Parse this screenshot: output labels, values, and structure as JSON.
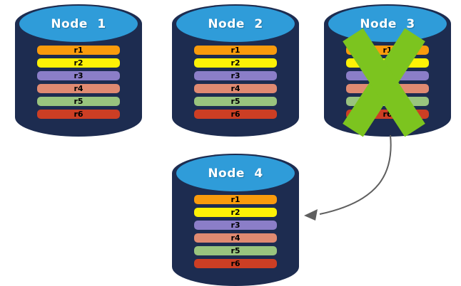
{
  "colors": {
    "cylinder_body": "#1d2c50",
    "cylinder_top": "#2f9cd9",
    "failure_x": "#7cc41f",
    "arrow": "#5f5f5f",
    "node_title_text": "#ffffff",
    "replica_text": "#000000",
    "background": "#ffffff"
  },
  "nodes": [
    {
      "id": "node-1",
      "title": "Node 1",
      "failed": false,
      "replicas": [
        {
          "label": "r1",
          "color": "#f99b0c"
        },
        {
          "label": "r2",
          "color": "#fdf106"
        },
        {
          "label": "r3",
          "color": "#8b7ec8"
        },
        {
          "label": "r4",
          "color": "#e08a71"
        },
        {
          "label": "r5",
          "color": "#99c47e"
        },
        {
          "label": "r6",
          "color": "#cc3e24"
        }
      ]
    },
    {
      "id": "node-2",
      "title": "Node 2",
      "failed": false,
      "replicas": [
        {
          "label": "r1",
          "color": "#f99b0c"
        },
        {
          "label": "r2",
          "color": "#fdf106"
        },
        {
          "label": "r3",
          "color": "#8b7ec8"
        },
        {
          "label": "r4",
          "color": "#e08a71"
        },
        {
          "label": "r5",
          "color": "#99c47e"
        },
        {
          "label": "r6",
          "color": "#cc3e24"
        }
      ]
    },
    {
      "id": "node-3",
      "title": "Node 3",
      "failed": true,
      "replicas": [
        {
          "label": "r1",
          "color": "#f99b0c"
        },
        {
          "label": "r2",
          "color": "#fdf106"
        },
        {
          "label": "r3",
          "color": "#8b7ec8"
        },
        {
          "label": "r4",
          "color": "#e08a71"
        },
        {
          "label": "r5",
          "color": "#99c47e"
        },
        {
          "label": "r6",
          "color": "#cc3e24"
        }
      ]
    },
    {
      "id": "node-4",
      "title": "Node 4",
      "failed": false,
      "replicas": [
        {
          "label": "r1",
          "color": "#f99b0c"
        },
        {
          "label": "r2",
          "color": "#fdf106"
        },
        {
          "label": "r3",
          "color": "#8b7ec8"
        },
        {
          "label": "r4",
          "color": "#e08a71"
        },
        {
          "label": "r5",
          "color": "#99c47e"
        },
        {
          "label": "r6",
          "color": "#cc3e24"
        }
      ]
    }
  ],
  "arrow": {
    "from": "node-3",
    "to": "node-4"
  }
}
